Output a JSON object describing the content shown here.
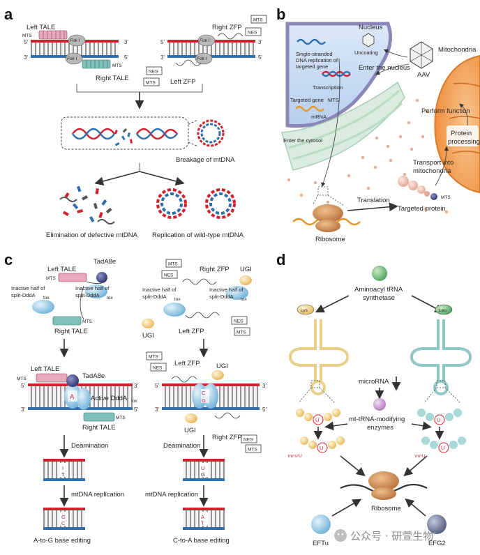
{
  "panels": {
    "a": "a",
    "b": "b",
    "c": "c",
    "d": "d"
  },
  "a": {
    "left_tale": "Left TALE",
    "right_tale": "Right TALE",
    "right_zfp": "Right ZFP",
    "left_zfp": "Left ZFP",
    "mts": "MTS",
    "nes": "NES",
    "foki": "Fok I",
    "breakage": "Breakage of mtDNA",
    "elimination": "Elimination of defective mtDNA",
    "replication": "Replication of wild-type mtDNA",
    "prime5": "5'",
    "prime3": "3'"
  },
  "b": {
    "nucleus": "Nucleus",
    "uncoating": "Uncoating",
    "mitochondria": "Mitochondria",
    "single_stranded": "Single-stranded",
    "dna_replication": "DNA replication of",
    "targeted_gene_line": "targeted gene",
    "enter_nucleus": "Enter the nucleus",
    "aav": "AAV",
    "transcription": "Transcription",
    "targeted_gene": "Targeted gene",
    "mts": "MTS",
    "mrna": "mRNA",
    "enter_cytosol": "Enter the cytosol",
    "perform_function": "Perform function",
    "protein": "Protein",
    "processing": "processing",
    "transport_into": "Transport into",
    "mitochondria_line": "mitochondria",
    "translation": "Translation",
    "targeted_protein": "Targeted protein",
    "ribosome": "Ribosome"
  },
  "c": {
    "left_tale": "Left TALE",
    "tada8e": "TadA8e",
    "inactive_half_of": "Inactive half of",
    "split_ddda": "split-DddA",
    "tox": "tox",
    "right_tale": "Right TALE",
    "mts": "MTS",
    "nes": "NES",
    "right_zfp": "Right ZFP",
    "ugi": "UGI",
    "left_zfp": "Left ZFP",
    "active_ddda": "Active DddA",
    "deamination": "Deamination",
    "mtdna_replication": "mtDNA replication",
    "a_to_g": "A-to-G base editing",
    "c_to_a": "C-to-A base editing",
    "base_a": "A",
    "base_c": "C",
    "base_g": "G",
    "base_i": "I",
    "base_u": "U",
    "base_t": "T",
    "prime5": "5'",
    "prime3": "3'"
  },
  "d": {
    "synthetase_line1": "Aminoacyl tRNA",
    "synthetase_line2": "synthetase",
    "lys": "Lys",
    "leu": "Leu",
    "microrna": "microRNA",
    "modifying_line1": "mt-tRNA-modifying",
    "modifying_line2": "enzymes",
    "u": "U",
    "tm5s2u": "τm⁵s²U",
    "tm5u": "τm⁵U",
    "ribosome": "Ribosome",
    "eftu": "EFTu",
    "efg2": "EFG2"
  },
  "watermark": "公众号 · 研萱生物",
  "colors": {
    "red_strand": "#d3202f",
    "blue_strand": "#2f6fae",
    "tale_pink": "#e9a9bd",
    "tale_teal": "#7fc0bb",
    "nucleus_blue": "#c9dcf2",
    "er_green": "#d9ecdf",
    "mito_orange": "#f3a35c",
    "ribosome_brown": "#c98a4d",
    "trna_yellow": "#e9d08a",
    "trna_teal": "#8fc7c7"
  }
}
